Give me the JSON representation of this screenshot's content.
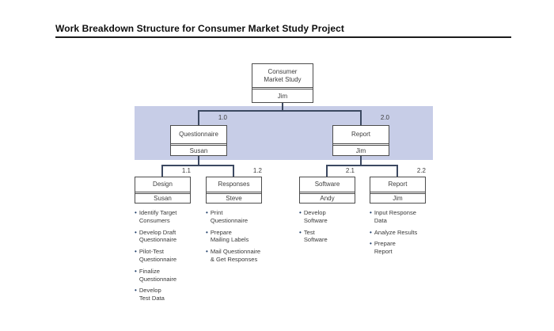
{
  "title": "Work Breakdown Structure for Consumer Market Study Project",
  "colors": {
    "band": "#c7cde7",
    "box_border": "#4d4d4d",
    "connector": "#3c4961",
    "bullet": "#1e3d68",
    "text": "#3d3d3d"
  },
  "root": {
    "name": "Consumer\nMarket Study",
    "person": "Jim"
  },
  "level2": [
    {
      "id": "1.0",
      "name": "Questionnaire",
      "person": "Susan"
    },
    {
      "id": "2.0",
      "name": "Report",
      "person": "Jim"
    }
  ],
  "level3": [
    {
      "id": "1.1",
      "name": "Design",
      "person": "Susan",
      "tasks": [
        "Identify Target\nConsumers",
        "Develop Draft\nQuestionnaire",
        "Pilot-Test\nQuestionnaire",
        "Finalize\nQuestionnaire",
        "Develop\nTest Data"
      ]
    },
    {
      "id": "1.2",
      "name": "Responses",
      "person": "Steve",
      "tasks": [
        "Print\nQuestionnaire",
        "Prepare\nMailing Labels",
        "Mail Questionnaire\n& Get Responses"
      ]
    },
    {
      "id": "2.1",
      "name": "Software",
      "person": "Andy",
      "tasks": [
        "Develop\nSoftware",
        "Test\nSoftware"
      ]
    },
    {
      "id": "2.2",
      "name": "Report",
      "person": "Jim",
      "tasks": [
        "Input Response\nData",
        "Analyze Results",
        "Prepare\nReport"
      ]
    }
  ],
  "bullet_glyph": "•"
}
